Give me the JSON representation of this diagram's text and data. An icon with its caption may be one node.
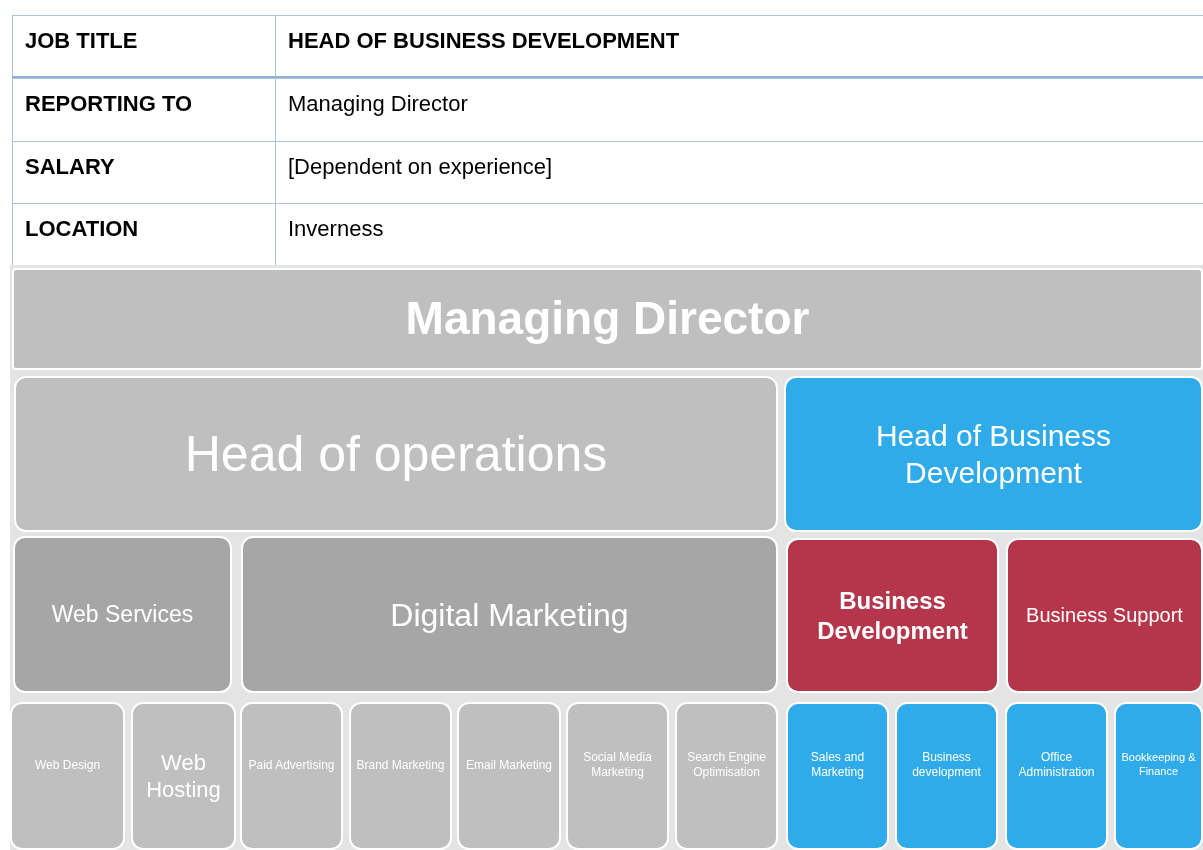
{
  "diagram": {
    "nodes": [
      {
        "text": [
          "Managing Director"
        ]
      },
      {
        "text": [
          "Head of operations"
        ]
      },
      {
        "text": [
          "Head of Business Development"
        ]
      },
      {
        "text": [
          "Web Services"
        ]
      },
      {
        "text": [
          "Digital Marketing"
        ]
      },
      {
        "text": [
          "Business Development"
        ]
      },
      {
        "text": [
          "Business Support"
        ]
      },
      {
        "text": [
          "Web Design"
        ]
      },
      {
        "text": [
          "Web Hosting"
        ]
      },
      {
        "text": [
          "Paid Advertising"
        ]
      },
      {
        "text": [
          "Brand Marketing"
        ]
      },
      {
        "text": [
          "Email Marketing"
        ]
      },
      {
        "text": [
          "Social Media Marketing"
        ]
      },
      {
        "text": [
          "Search Engine Optimisation"
        ]
      },
      {
        "text": [
          "Sales and Marketing"
        ]
      },
      {
        "text": [
          "Business development"
        ]
      },
      {
        "text": [
          "Office Administration"
        ]
      },
      {
        "text": [
          "Bookkeeping & Finance"
        ]
      }
    ],
    "labels": [
      "JOB TITLE",
      "HEAD OF BUSINESS DEVELOPMENT",
      "REPORTING TO",
      "Managing Director",
      "SALARY",
      "[Dependent on experience]",
      "LOCATION",
      "Inverness"
    ]
  }
}
